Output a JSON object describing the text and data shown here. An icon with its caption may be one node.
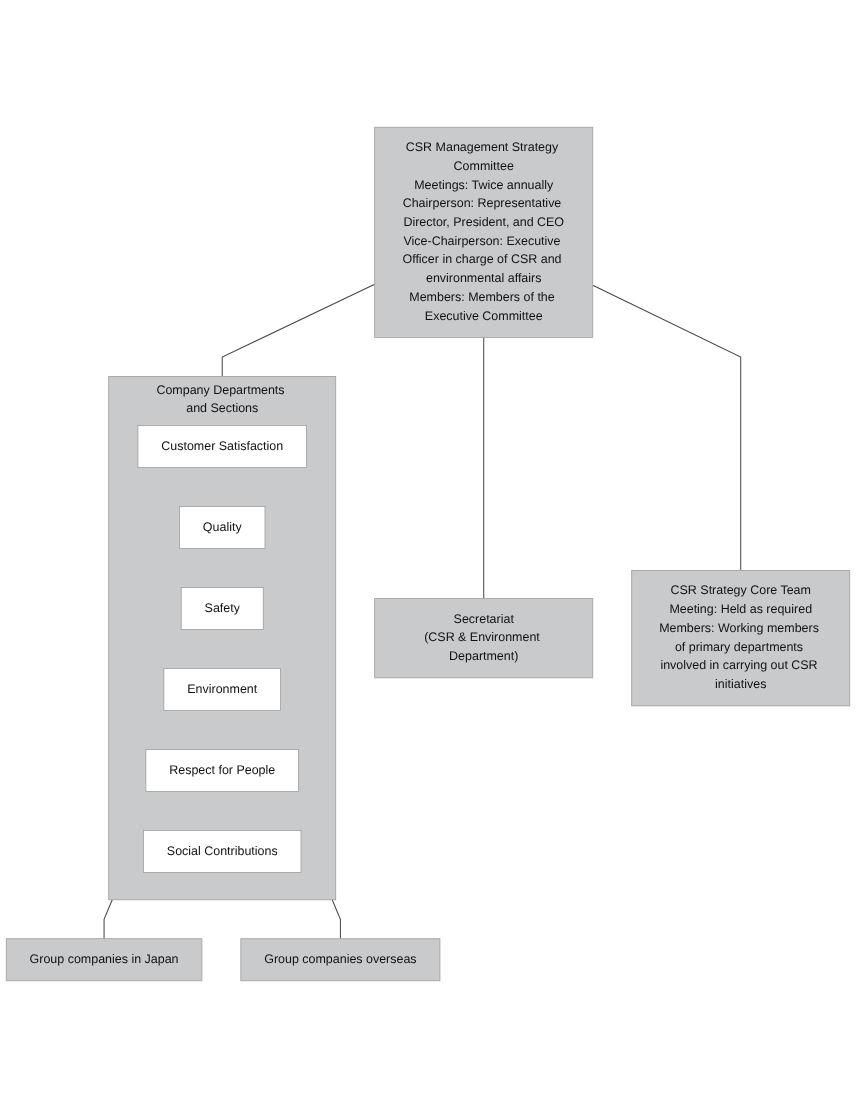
{
  "diagram": {
    "nodes": [
      {
        "text": [
          "CSR Management Strategy Committee",
          "Meetings: Twice annually",
          "Chairperson: Representative Director, President, and CEO",
          "Vice-Chairperson: Executive Officer in charge of CSR and environmental affairs",
          "Members: Members of the Executive Committee"
        ]
      },
      {
        "text": [
          "Secretariat",
          "(CSR & Environment Department)"
        ]
      },
      {
        "text": [
          "CSR Strategy Core Team",
          "Meeting: Held as required",
          "Members: Working members of primary departments involved in carrying out CSR initiatives"
        ]
      },
      {
        "text": [
          "Company Departments and Sections"
        ]
      },
      {
        "text": [
          "Customer Satisfaction"
        ],
        "in": 3
      },
      {
        "text": [
          "Quality"
        ],
        "in": 3
      },
      {
        "text": [
          "Safety"
        ],
        "in": 3
      },
      {
        "text": [
          "Environment"
        ],
        "in": 3
      },
      {
        "text": [
          "Respect for People"
        ],
        "in": 3
      },
      {
        "text": [
          "Social Contributions"
        ],
        "in": 3
      },
      {
        "text": [
          "Group companies in Japan"
        ]
      },
      {
        "text": [
          "Group companies overseas"
        ]
      }
    ],
    "edges": [
      {
        "from": 0,
        "to": 1,
        "arrow": "none"
      },
      {
        "from": 0,
        "to": 2,
        "arrow": "none"
      },
      {
        "from": 0,
        "to": 3,
        "arrow": "none"
      },
      {
        "from": 3,
        "to": 10,
        "arrow": "none"
      },
      {
        "from": 3,
        "to": 11,
        "arrow": "none"
      }
    ]
  }
}
